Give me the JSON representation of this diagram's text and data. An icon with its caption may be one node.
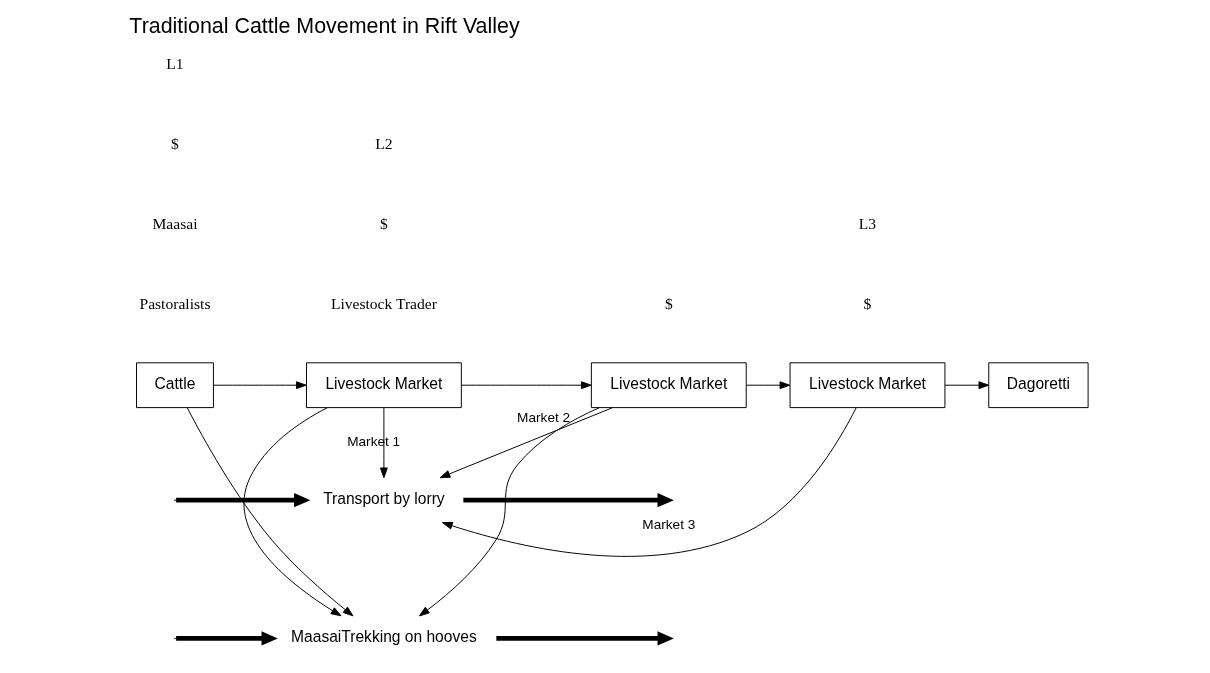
{
  "diagram": {
    "title": "Traditional Cattle Movement in Rift Valley",
    "nodes": [
      {
        "text": [
          "Cattle"
        ]
      },
      {
        "text": [
          "Livestock Market"
        ]
      },
      {
        "text": [
          "Livestock Market"
        ]
      },
      {
        "text": [
          "Livestock Market"
        ]
      },
      {
        "text": [
          "Dagoretti"
        ]
      },
      {
        "text": [
          "Transport by lorry"
        ]
      },
      {
        "text": [
          "MaasaiTrekking on hooves"
        ]
      }
    ],
    "edges": [
      {
        "from": 0,
        "to": 1,
        "arrow": "to"
      },
      {
        "from": 1,
        "to": 2,
        "arrow": "to"
      },
      {
        "from": 2,
        "to": 3,
        "arrow": "to"
      },
      {
        "from": 3,
        "to": 4,
        "arrow": "to"
      },
      {
        "from": 5,
        "to": null,
        "arrow": "to",
        "style": "thick"
      },
      {
        "from": null,
        "to": 5,
        "arrow": "to",
        "style": "thick"
      },
      {
        "from": 1,
        "to": 5,
        "arrow": "to",
        "label": "Market 1"
      },
      {
        "from": 2,
        "to": 5,
        "arrow": "to",
        "label": "Market 2"
      },
      {
        "from": 3,
        "to": 5,
        "arrow": "to",
        "label": "Market 3"
      },
      {
        "from": 0,
        "to": 6,
        "arrow": "to"
      },
      {
        "from": 1,
        "to": 6,
        "arrow": "to"
      },
      {
        "from": 2,
        "to": 6,
        "arrow": "to"
      },
      {
        "from": 6,
        "to": null,
        "arrow": "to",
        "style": "thick"
      },
      {
        "from": null,
        "to": 6,
        "arrow": "to",
        "style": "thick"
      }
    ],
    "labels": [
      "Livestock Trader",
      "Pastoralists",
      "Maasai",
      "$",
      "$",
      "$",
      "$",
      "L1",
      "L2",
      "L3"
    ]
  }
}
